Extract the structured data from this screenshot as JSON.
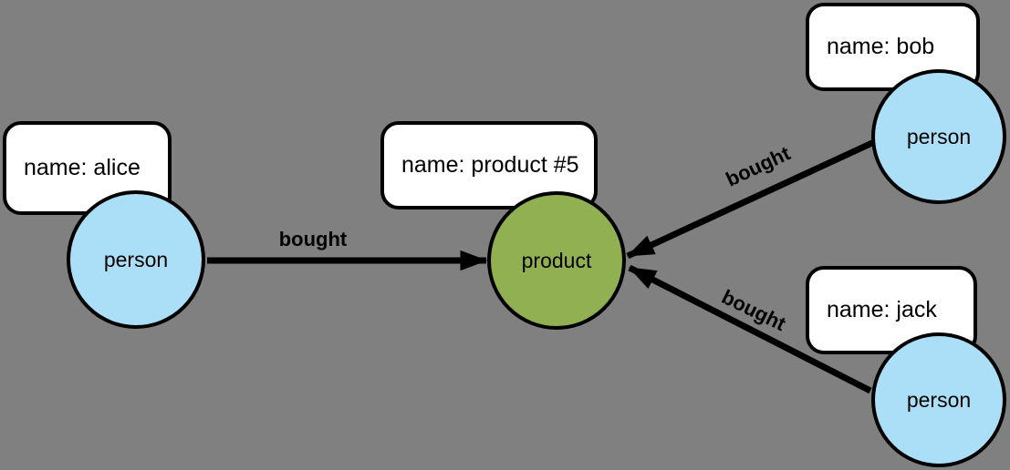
{
  "diagram": {
    "background_color": "#808080",
    "colors": {
      "person_node_fill": "#abdff7",
      "product_node_fill": "#90b052",
      "node_border": "#000000",
      "property_box_fill": "#ffffff",
      "edge_color": "#000000"
    },
    "nodes": [
      {
        "id": "alice",
        "label": "person",
        "type": "person"
      },
      {
        "id": "product5",
        "label": "product",
        "type": "product"
      },
      {
        "id": "bob",
        "label": "person",
        "type": "person"
      },
      {
        "id": "jack",
        "label": "person",
        "type": "person"
      }
    ],
    "property_boxes": [
      {
        "for": "alice",
        "text": "name: alice"
      },
      {
        "for": "product5",
        "text": "name: product #5"
      },
      {
        "for": "bob",
        "text": "name: bob"
      },
      {
        "for": "jack",
        "text": "name: jack"
      }
    ],
    "edges": [
      {
        "from": "alice",
        "to": "product5",
        "label": "bought"
      },
      {
        "from": "bob",
        "to": "product5",
        "label": "bought"
      },
      {
        "from": "jack",
        "to": "product5",
        "label": "bought"
      }
    ]
  }
}
